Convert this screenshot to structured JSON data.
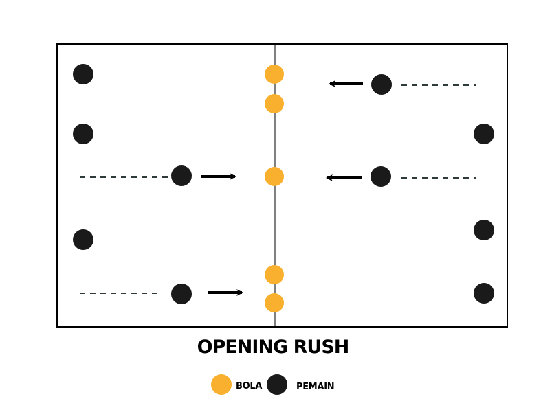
{
  "title": "OPENING RUSH",
  "legend": {
    "ball_label": "BOLA",
    "player_label": "PEMAIN"
  },
  "colors": {
    "ball": "#F9B02E",
    "player": "#1a1a1a",
    "field_line": "#000000",
    "trail": "#2f3a3a"
  }
}
